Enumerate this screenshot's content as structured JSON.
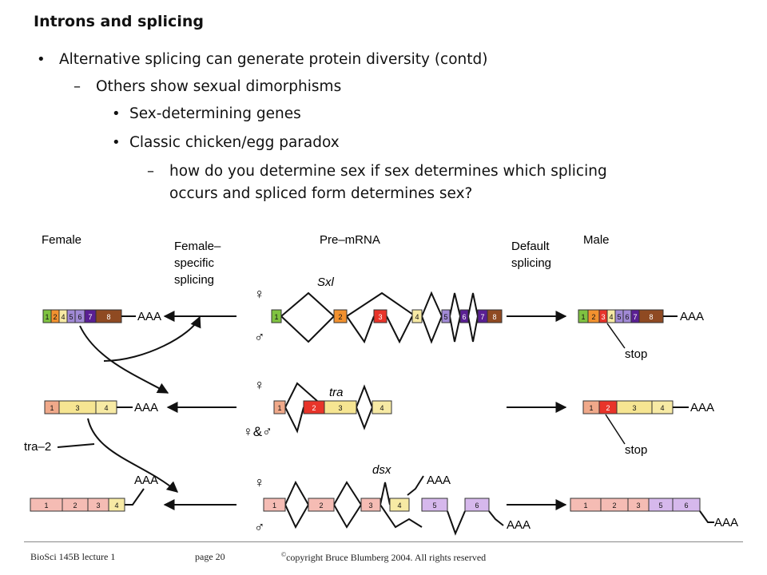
{
  "title": "Introns and splicing",
  "bullets": {
    "b1": "Alternative splicing can generate protein diversity (contd)",
    "b2": "Others show sexual dimorphisms",
    "b3": "Sex-determining genes",
    "b4": "Classic chicken/egg paradox",
    "b5_line1": "how do you determine sex if sex determines which splicing",
    "b5_line2": "occurs and spliced form determines sex?",
    "marker_dot": "•",
    "marker_dash": "–"
  },
  "diagram": {
    "col_female": "Female",
    "col_female_specific": [
      "Female–",
      "specific",
      "splicing"
    ],
    "col_premrna": "Pre–mRNA",
    "col_default": [
      "Default",
      "splicing"
    ],
    "col_male": "Male",
    "gene_sxl": "Sxl",
    "gene_tra": "tra",
    "gene_dsx": "dsx",
    "label_tra2": "tra–2",
    "poly_a": "AAA",
    "stop": "stop",
    "female_symbol": "♀",
    "male_symbol": "♂",
    "both_symbol": "♀&♂",
    "sxl_female_exons": [
      "1",
      "2",
      "4",
      "5",
      "6",
      "7",
      "8"
    ],
    "sxl_pre_exons": [
      "1",
      "2",
      "3",
      "4",
      "5",
      "6",
      "7",
      "8"
    ],
    "sxl_male_exons": [
      "1",
      "2",
      "3",
      "4",
      "5",
      "6",
      "7",
      "8"
    ],
    "tra_female_exons": [
      "1",
      "3",
      "4"
    ],
    "tra_pre_exons": [
      "1",
      "2",
      "3",
      "4"
    ],
    "tra_male_exons": [
      "1",
      "2",
      "3",
      "4"
    ],
    "dsx_female_exons": [
      "1",
      "2",
      "3",
      "4"
    ],
    "dsx_pre_exons": [
      "1",
      "2",
      "3",
      "4",
      "5",
      "6"
    ],
    "dsx_male_exons": [
      "1",
      "2",
      "3",
      "5",
      "6"
    ],
    "colors": {
      "green": "#7fc241",
      "orange": "#f2912f",
      "red": "#e8342a",
      "cream": "#f7eaa4",
      "lavender": "#a18ad6",
      "purple": "#5a1f93",
      "brown": "#8f4a22",
      "salmon": "#f0a98a",
      "yellow": "#f6e592",
      "pink": "#f5bcb4",
      "violet": "#d6b8ec"
    }
  },
  "footer": {
    "left": "BioSci 145B lecture 1",
    "page": "page 20",
    "copyright_symbol": "©",
    "copyright": "copyright Bruce Blumberg 2004. All rights reserved"
  }
}
